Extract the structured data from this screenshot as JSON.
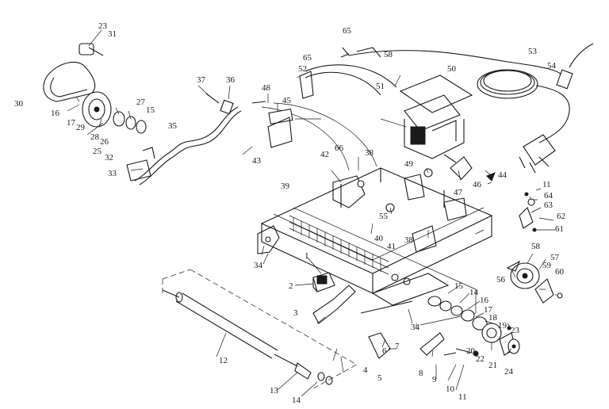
{
  "part_labels": [
    "1",
    "2",
    "3",
    "4",
    "5",
    "6",
    "7",
    "8",
    "9",
    "10",
    "11",
    "11",
    "12",
    "13",
    "14",
    "14",
    "15",
    "15",
    "16",
    "16",
    "17",
    "17",
    "18",
    "19",
    "20",
    "21",
    "22",
    "23",
    "23",
    "24",
    "25",
    "26",
    "27",
    "28",
    "29",
    "30",
    "31",
    "32",
    "33",
    "34",
    "34",
    "35",
    "36",
    "37",
    "38",
    "38",
    "39",
    "40",
    "41",
    "42",
    "43",
    "44",
    "45",
    "46",
    "47",
    "48",
    "49",
    "50",
    "51",
    "52",
    "53",
    "54",
    "55",
    "56",
    "57",
    "58",
    "58",
    "59",
    "60",
    "61",
    "62",
    "63",
    "64",
    "65",
    "65",
    "66"
  ],
  "colors": {
    "ink": "#1a1a1a",
    "background": "#ffffff"
  }
}
